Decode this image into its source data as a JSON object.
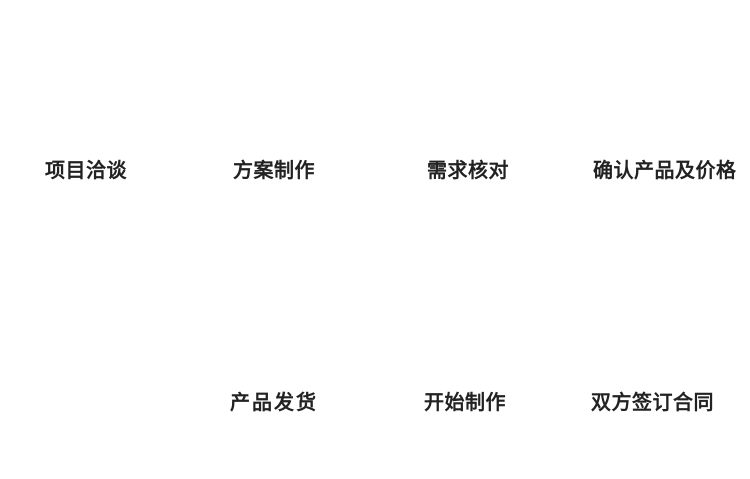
{
  "diagram": {
    "type": "process-flow",
    "background_color": "#ffffff",
    "text_color": "#222222",
    "top_row": [
      {
        "label": "项目洽谈"
      },
      {
        "label": "方案制作"
      },
      {
        "label": "需求核对"
      },
      {
        "label": "确认产品及价格"
      }
    ],
    "bottom_row": [
      {
        "label": "产品发货"
      },
      {
        "label": "开始制作"
      },
      {
        "label": "双方签订合同"
      }
    ]
  }
}
